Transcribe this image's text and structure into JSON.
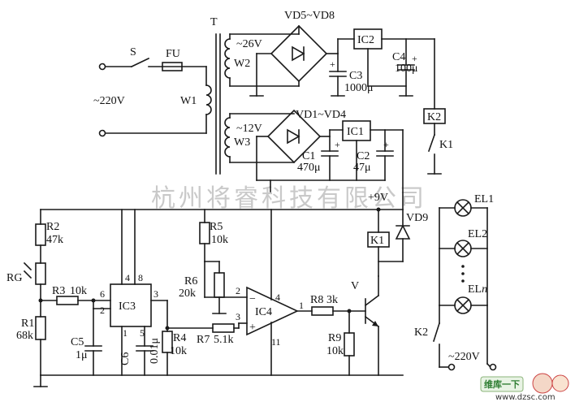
{
  "watermark": "杭州将睿科技有限公司",
  "mains": {
    "switch": "S",
    "fuse": "FU",
    "voltage": "~220V",
    "primary": "W1"
  },
  "transformer": {
    "name": "T",
    "w2": "W2",
    "w2_voltage": "~26V",
    "w3": "W3",
    "w3_voltage": "~12V"
  },
  "rectifiers": {
    "upper": "VD5~VD8",
    "lower": "VD1~VD4"
  },
  "regulators": {
    "upper": "IC2",
    "lower": "IC1"
  },
  "capacitors": {
    "c1": "C1",
    "c1_val": "470μ",
    "c2": "C2",
    "c2_val": "47μ",
    "c3": "C3",
    "c3_val": "1000μ",
    "c4": "C4",
    "c4_val": "100μ",
    "c5": "C5",
    "c5_val": "1μ",
    "c6": "C6",
    "c6_val": "0.01μ"
  },
  "relays": {
    "k2_coil": "K2",
    "k1_contact": "K1",
    "k1_coil": "K1",
    "k2_contact": "K2"
  },
  "resistors": {
    "r1": "R1",
    "r1_val": "68k",
    "r2": "R2",
    "r2_val": "47k",
    "r3": "R3",
    "r3_val": "10k",
    "r4": "R4",
    "r4_val": "10k",
    "r5": "R5",
    "r5_val": "10k",
    "r6": "R6",
    "r6_val": "20k",
    "r7": "R7",
    "r7_val": "5.1k",
    "r8": "R8",
    "r8_val": "3k",
    "r9": "R9",
    "r9_val": "10k"
  },
  "photoresistor": "RG",
  "ic3": {
    "name": "IC3",
    "p1": "1",
    "p2": "2",
    "p3": "3",
    "p4": "4",
    "p5": "5",
    "p6": "6",
    "p8": "8"
  },
  "ic4": {
    "name": "IC4",
    "p1": "1",
    "p2": "2",
    "p3": "3",
    "p4": "4",
    "p11": "11",
    "minus": "−",
    "plus": "+"
  },
  "supply": "+9V",
  "diode": "VD9",
  "transistor": "V",
  "lamps": {
    "el1": "EL1",
    "el2": "EL2",
    "eln": "EL",
    "eln_suffix": "n"
  },
  "load_voltage": "~220V",
  "footer": {
    "logo": "维库一下",
    "url": "www.dzsc.com"
  }
}
